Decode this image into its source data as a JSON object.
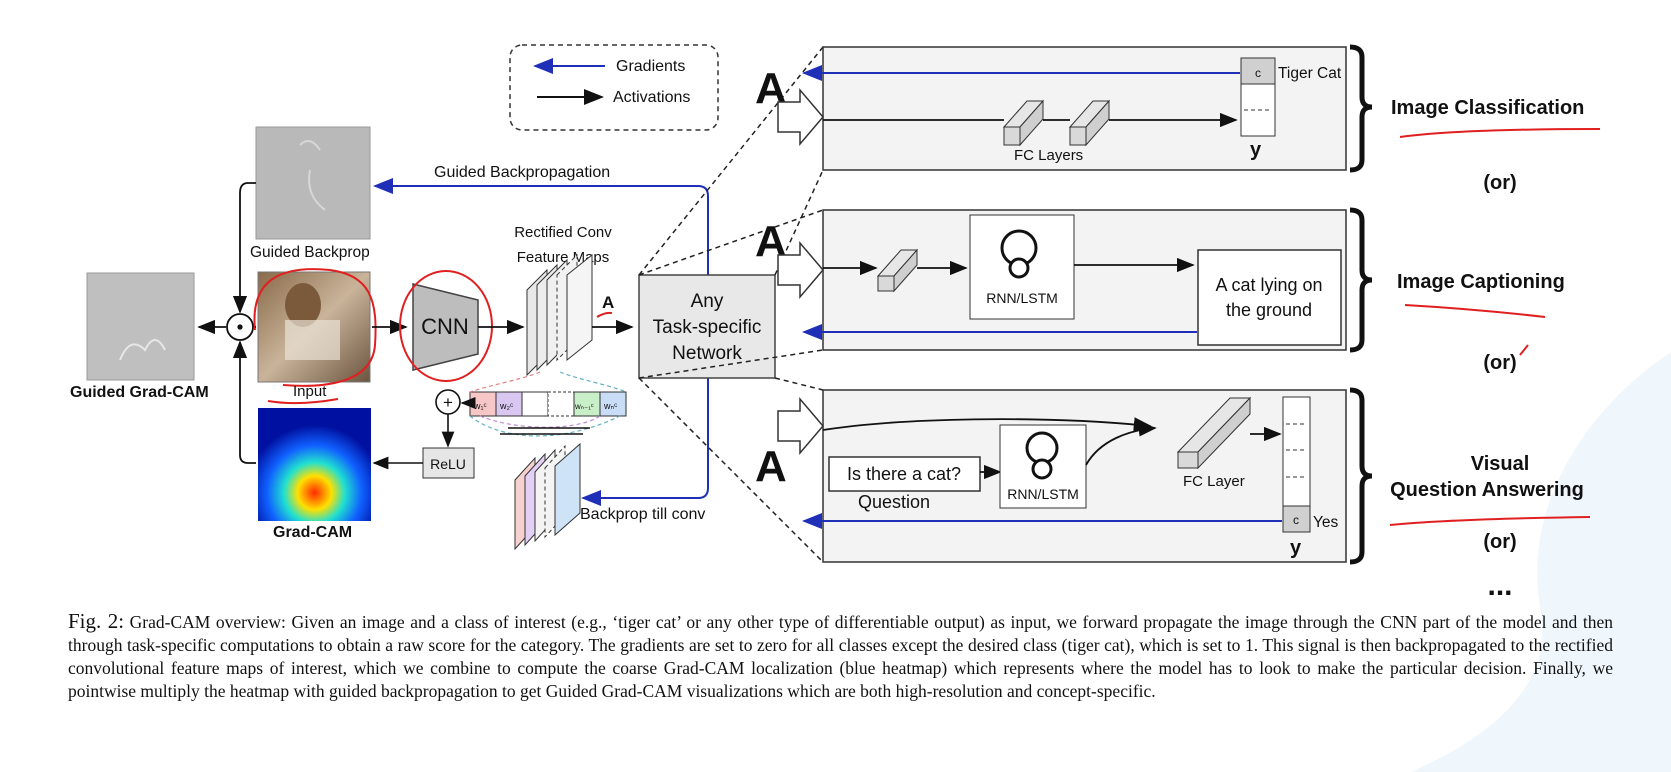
{
  "legend": {
    "gradients": "Gradients",
    "activations": "Activations"
  },
  "left": {
    "guided_gradcam": "Guided Grad-CAM",
    "guided_backprop": "Guided Backprop",
    "input": "Input",
    "gradcam": "Grad-CAM",
    "relu": "ReLU",
    "cnn": "CNN",
    "feature_maps_1": "Rectified Conv",
    "feature_maps_2": "Feature Maps",
    "a_label": "A",
    "guided_backpropagation": "Guided Backpropagation",
    "backprop_till_conv": "Backprop till conv",
    "plus": "+",
    "dot": "⊙",
    "weights": [
      "w₁ᶜ",
      "w₂ᶜ",
      "",
      "",
      "wₙ₋₁ᶜ",
      "wₙᶜ"
    ]
  },
  "network": {
    "line1": "Any",
    "line2": "Task-specific",
    "line3": "Network"
  },
  "tasks": {
    "classification": {
      "a": "A",
      "c": "c",
      "class_name": "Tiger Cat",
      "fc": "FC Layers",
      "y": "y",
      "title": "Image Classification"
    },
    "captioning": {
      "a": "A",
      "rnn": "RNN/LSTM",
      "caption_line1": "A cat lying on",
      "caption_line2": "the ground",
      "title": "Image Captioning"
    },
    "vqa": {
      "a": "A",
      "question_box": "Is there a cat?",
      "question_label": "Question",
      "rnn": "RNN/LSTM",
      "fc": "FC Layer",
      "c": "c",
      "answer": "Yes",
      "y": "y",
      "title_line1": "Visual",
      "title_line2": "Question Answering"
    },
    "or": "(or)",
    "ellipsis": "..."
  },
  "caption": {
    "label": "Fig. 2:",
    "text": "Grad-CAM overview: Given an image and a class of interest (e.g., ‘tiger cat’ or any other type of differentiable output) as input, we forward propagate the image through the CNN part of the model and then through task-specific computations to obtain a raw score for the category. The gradients are set to zero for all classes except the desired class (tiger cat), which is set to 1. This signal is then backpropagated to the rectified convolutional feature maps of interest, which we combine to compute the coarse Grad-CAM localization (blue heatmap) which represents where the model has to look to make the particular decision. Finally, we pointwise multiply the heatmap with guided backpropagation to get Guided Grad-CAM visualizations which are both high-resolution and concept-specific."
  },
  "colors": {
    "gradient_arrow": "#1f2fb8",
    "activation_arrow": "#111111",
    "annotation": "#e02020",
    "panel_bg": "#f3f3f3",
    "weights": [
      "#f7c7c7",
      "#d9c7f2",
      "#ffffff",
      "#ffffff",
      "#c9efc9",
      "#c9ddf7"
    ]
  }
}
